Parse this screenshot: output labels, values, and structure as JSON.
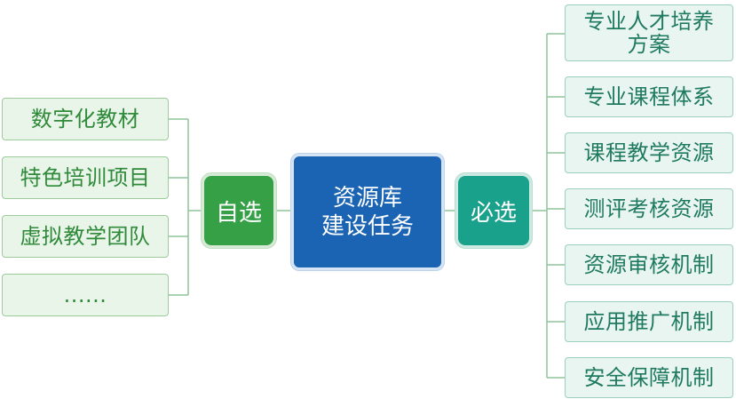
{
  "center": {
    "line1": "资源库",
    "line2": "建设任务"
  },
  "left_branch": {
    "label": "自选",
    "items": [
      "数字化教材",
      "特色培训项目",
      "虚拟教学团队",
      "......"
    ]
  },
  "right_branch": {
    "label": "必选",
    "items": [
      {
        "line1": "专业人才培养",
        "line2": "方案"
      },
      {
        "line1": "专业课程体系",
        "line2": ""
      },
      {
        "line1": "课程教学资源",
        "line2": ""
      },
      {
        "line1": "测评考核资源",
        "line2": ""
      },
      {
        "line1": "资源审核机制",
        "line2": ""
      },
      {
        "line1": "应用推广机制",
        "line2": ""
      },
      {
        "line1": "安全保障机制",
        "line2": ""
      }
    ]
  },
  "colors": {
    "center": "#1b64b3",
    "left_branch": "#36a047",
    "right_branch": "#19a18b",
    "leaf_fill": "#eaf5ea",
    "leaf_border": "#9ccc9c",
    "connector": "#8fc49a"
  }
}
